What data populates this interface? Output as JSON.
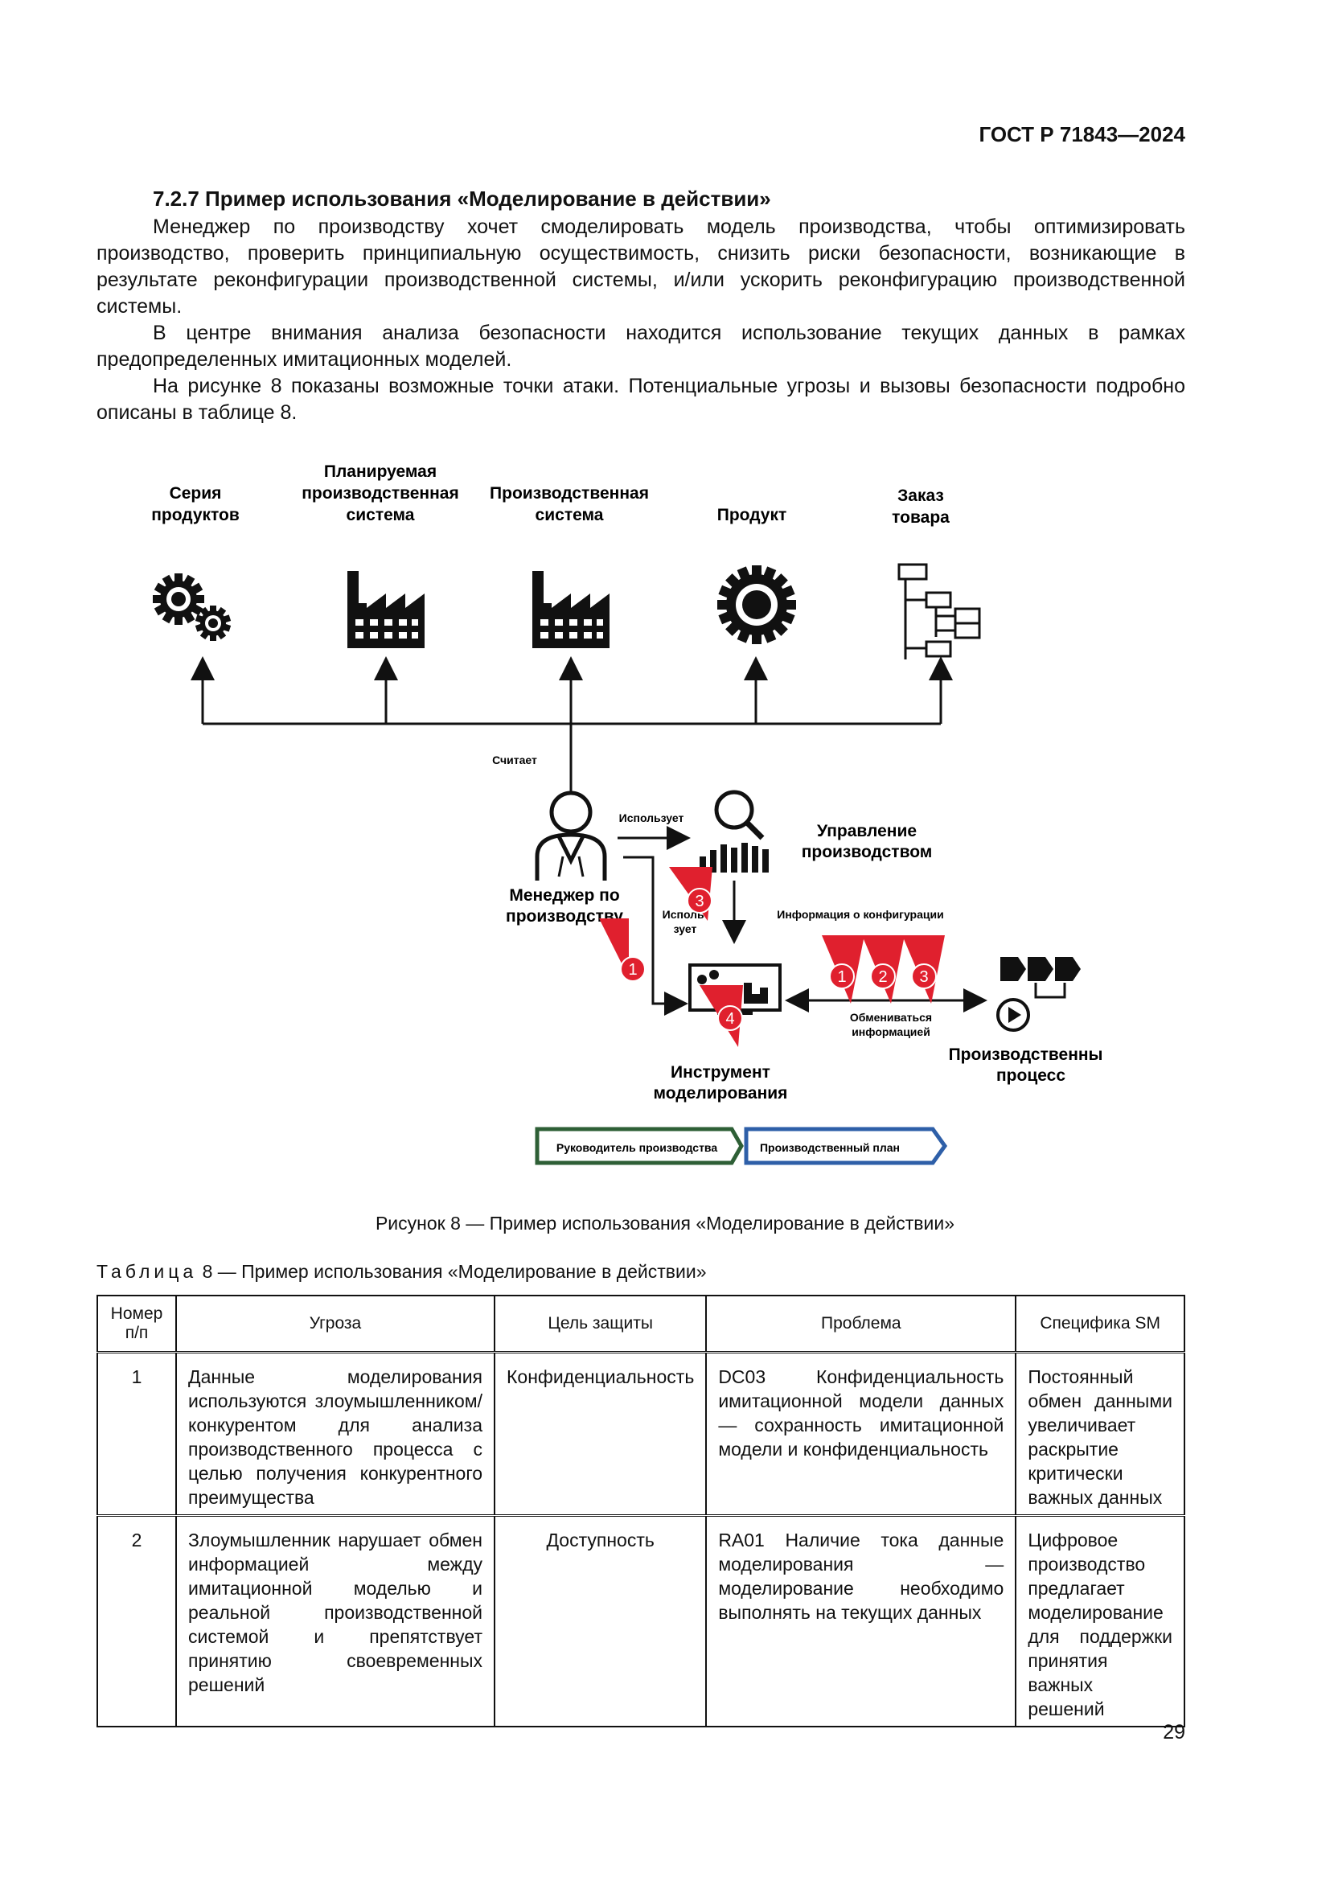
{
  "header": {
    "doc_id": "ГОСТ Р 71843—2024"
  },
  "section": {
    "title": "7.2.7 Пример использования «Моделирование в действии»",
    "paragraphs": [
      "Менеджер по производству хочет смоделировать модель производства, чтобы оптимизировать производство, проверить принципиальную осуществимость, снизить риски безопасности, возникающие в результате реконфигурации производственной системы, и/или ускорить реконфигурацию производственной системы.",
      "В центре внимания анализа безопасности находится использование текущих данных в рамках предопределенных имитационных моделей.",
      "На рисунке 8 показаны возможные точки атаки. Потенциальные угрозы и вызовы безопасности подробно описаны в таблице 8."
    ]
  },
  "diagram": {
    "top_labels": {
      "series": "Серия продуктов",
      "planned": "Планируемая производственная система",
      "prod_system": "Производственная система",
      "product": "Продукт",
      "order": "Заказ товара"
    },
    "reads": "Считает",
    "manager": "Менеджер по производству",
    "uses_1": "Использует",
    "uses_2a": "Исполь-",
    "uses_2b": "зует",
    "management": "Управление производством",
    "config_info": "Информация о конфигурации",
    "exchange_a": "Обмениваться",
    "exchange_b": "информацией",
    "tool": "Инструмент моделирования",
    "process": "Производственный процесс",
    "legend_manager": "Руководитель производства",
    "legend_plan": "Производственный план",
    "attack_points": [
      "1",
      "2",
      "3",
      "4"
    ]
  },
  "figure_caption": "Рисунок 8 — Пример использования «Моделирование в действии»",
  "table": {
    "caption_word": "Таблица",
    "caption_rest": " 8 — Пример использования «Моделирование в действии»",
    "headers": [
      "Номер п/п",
      "Угроза",
      "Цель защиты",
      "Проблема",
      "Специфика SM"
    ],
    "rows": [
      {
        "num": "1",
        "threat": "Данные моделирования используются злоумышленником/конкурентом для анализа производственного процесса с целью получения конкурентного преимущества",
        "goal": "Конфиденциальность",
        "problem": "DC03 Конфиденциальность имитационной модели данных — сохранность имитационной модели и конфиденциальность",
        "specifics": "Постоянный обмен данными увеличивает раскрытие критически важных данных"
      },
      {
        "num": "2",
        "threat": "Злоумышленник нарушает обмен информацией между имитационной моделью и реальной производственной системой и препятствует принятию своевременных решений",
        "goal": "Доступность",
        "problem": "RA01 Наличие тока данные моделирования — моделирование необходимо выполнять на текущих данных",
        "specifics": "Цифровое производство предлагает моделирование для поддержки принятия важных решений"
      }
    ]
  },
  "page_number": "29",
  "colors": {
    "attack": "#e0202e",
    "legend_green": "#2e5f36",
    "legend_blue": "#2e5fa8"
  }
}
